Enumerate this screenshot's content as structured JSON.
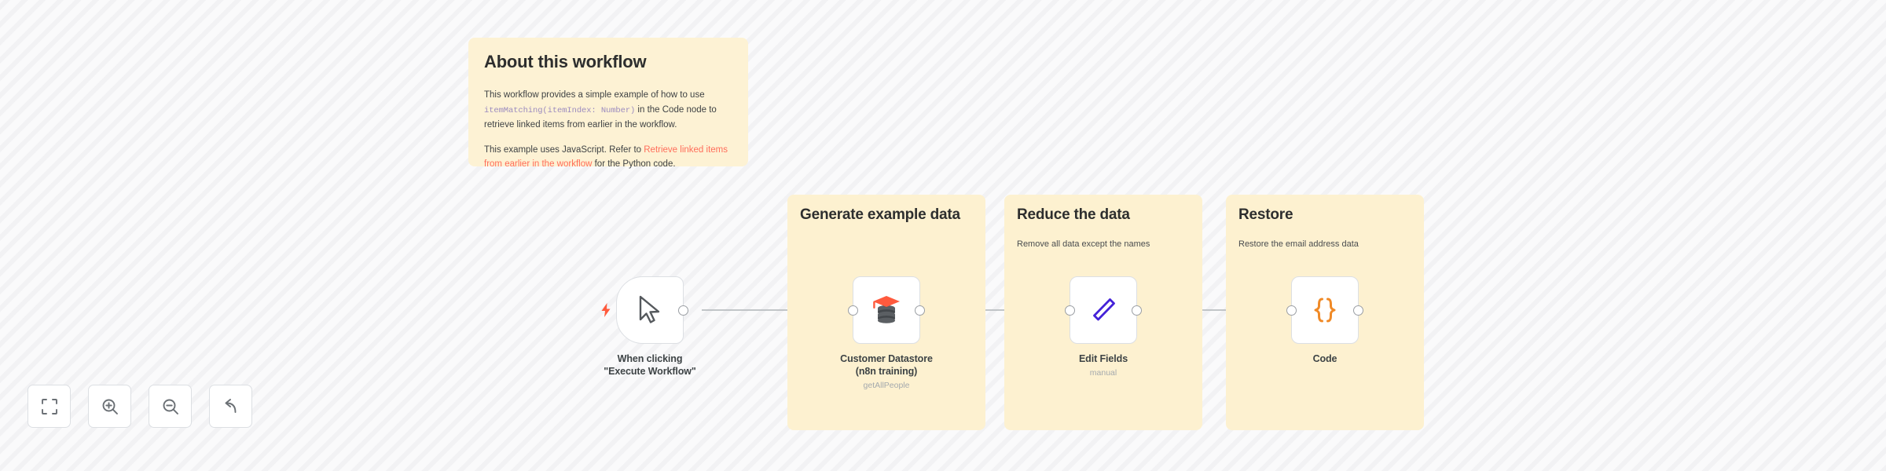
{
  "canvas": {
    "background_color": "#f7f7f8",
    "accent_color": "#ff6d5a",
    "sticky_color": "#fdf1d0"
  },
  "sticky_notes": [
    {
      "name": "about-this-workflow",
      "title": "About this workflow",
      "paragraph1_part1": "This workflow provides a simple example of how to use ",
      "paragraph1_code": "itemMatching(itemIndex: Number)",
      "paragraph1_part2": " in the Code node to retrieve linked items from earlier in the workflow.",
      "paragraph2_part1": "This example uses JavaScript. Refer to ",
      "paragraph2_link": "Retrieve linked items from earlier in the workflow",
      "paragraph2_part2": " for the Python code."
    }
  ],
  "groups": [
    {
      "name": "generate-example-data",
      "title": "Generate example data",
      "subtitle": ""
    },
    {
      "name": "reduce-the-data",
      "title": "Reduce the data",
      "subtitle": "Remove all data except the names"
    },
    {
      "name": "restore",
      "title": "Restore",
      "subtitle": "Restore the email address data"
    }
  ],
  "nodes": [
    {
      "name": "when-clicking-execute-workflow",
      "label": "When clicking \"Execute Workflow\"",
      "subtitle": "",
      "icon": "cursor-icon",
      "type": "trigger"
    },
    {
      "name": "customer-datastore",
      "label": "Customer Datastore (n8n training)",
      "subtitle": "getAllPeople",
      "icon": "datastore-graduation-icon",
      "type": "regular"
    },
    {
      "name": "edit-fields",
      "label": "Edit Fields",
      "subtitle": "manual",
      "icon": "pen-icon",
      "type": "regular"
    },
    {
      "name": "code",
      "label": "Code",
      "subtitle": "",
      "icon": "curly-braces-icon",
      "type": "regular"
    }
  ],
  "toolbar": [
    {
      "name": "zoom-to-fit-button",
      "icon": "fit-screen-icon",
      "tooltip": "Zoom to fit"
    },
    {
      "name": "zoom-in-button",
      "icon": "zoom-in-icon",
      "tooltip": "Zoom in"
    },
    {
      "name": "zoom-out-button",
      "icon": "zoom-out-icon",
      "tooltip": "Zoom out"
    },
    {
      "name": "reset-zoom-button",
      "icon": "undo-arrow-icon",
      "tooltip": "Reset zoom"
    }
  ]
}
